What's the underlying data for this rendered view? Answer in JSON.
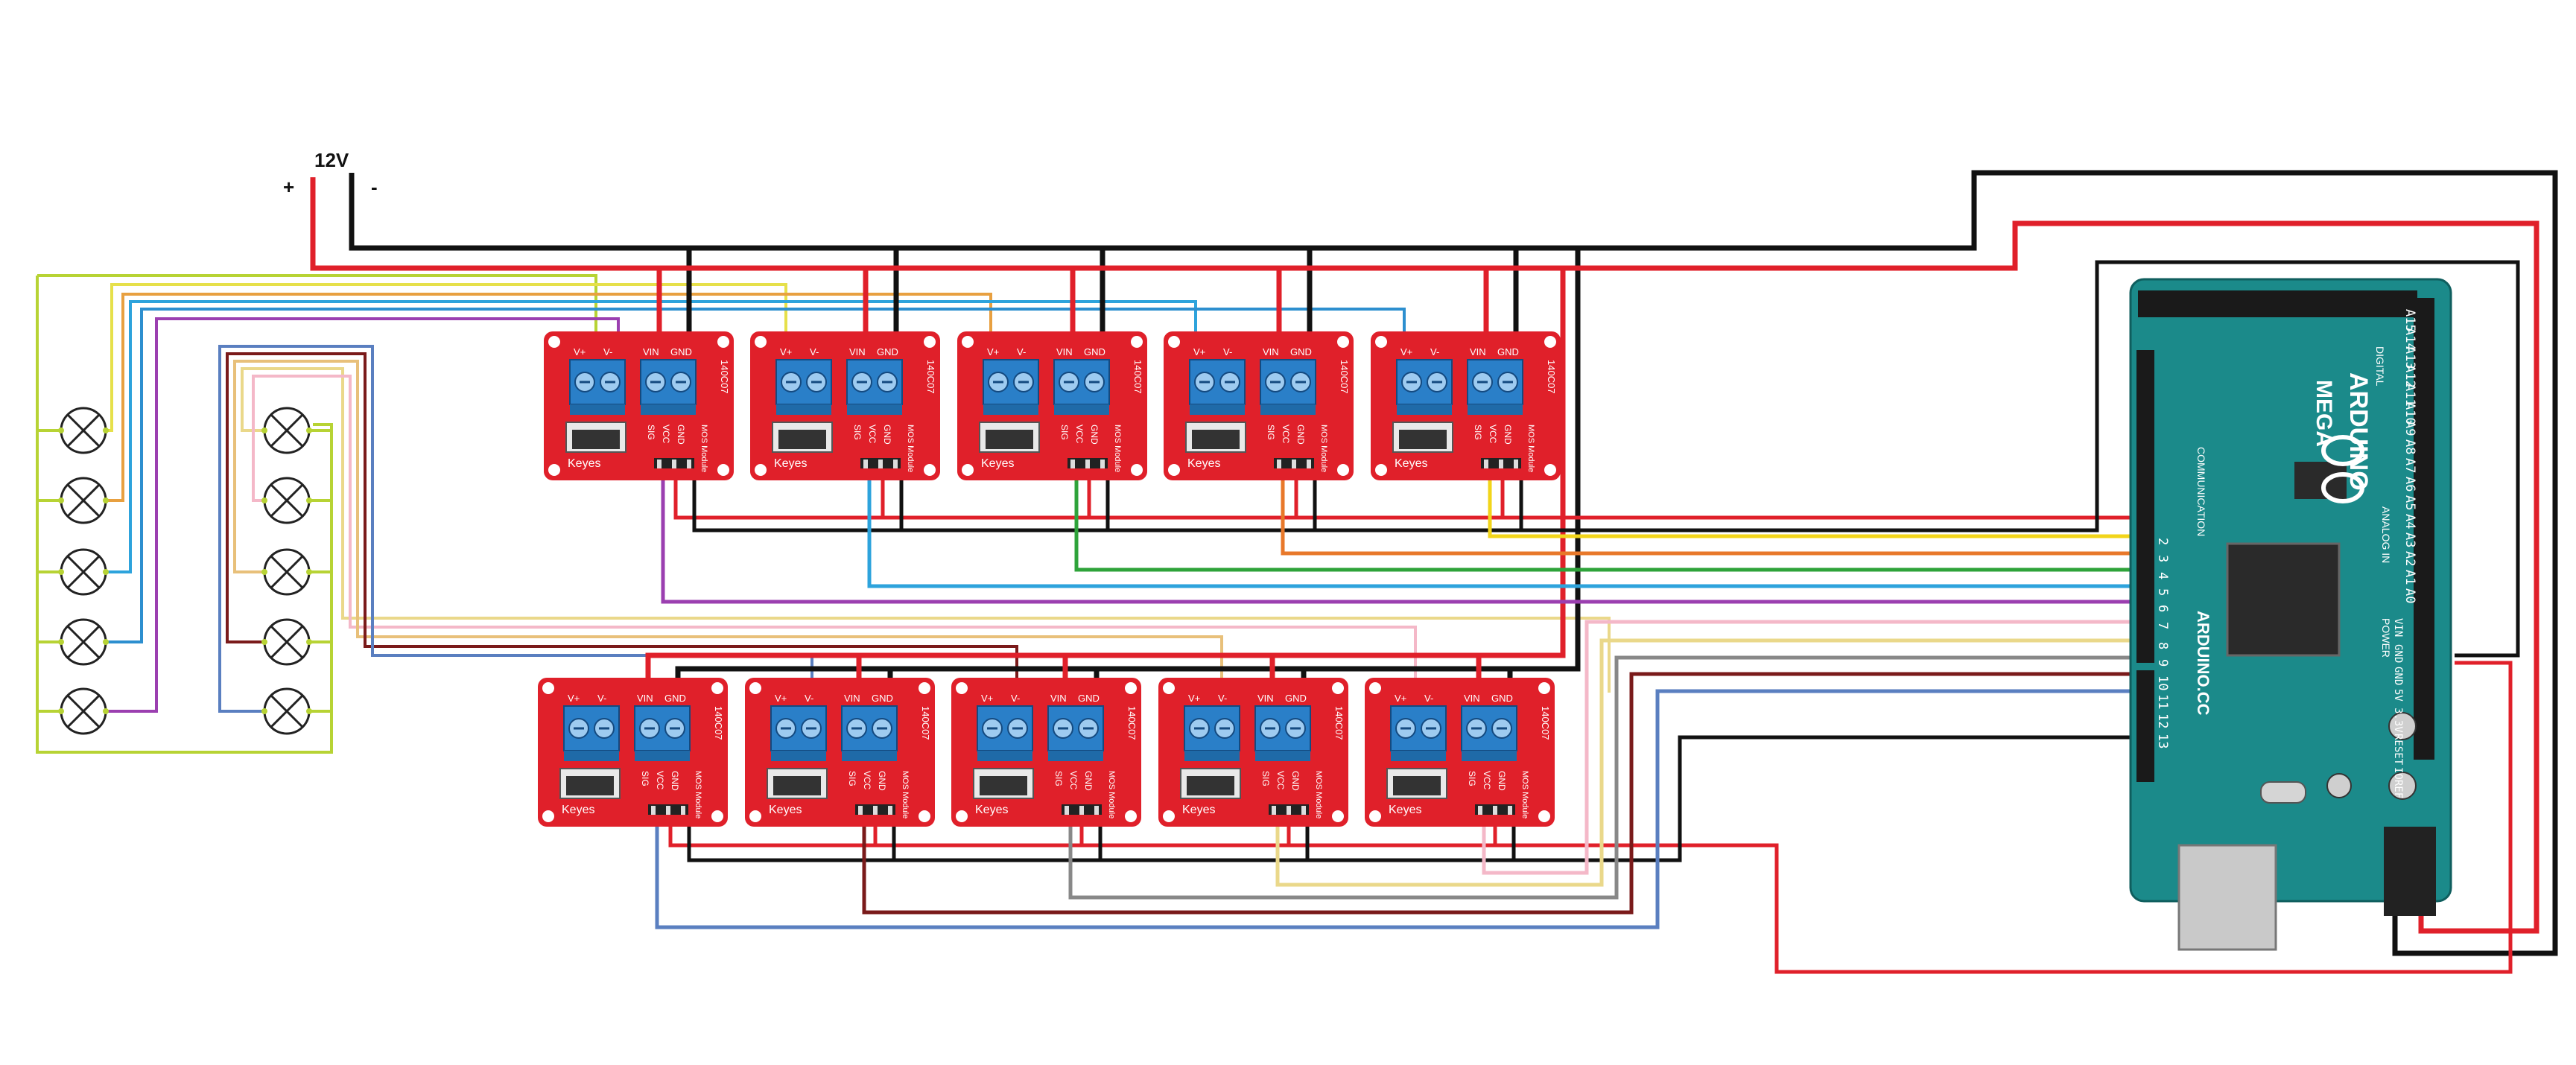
{
  "power": {
    "voltage_label": "12V",
    "plus_label": "+",
    "minus_label": "-"
  },
  "mosfet_module": {
    "brand_label": "Keyes",
    "part_label": "140C07",
    "terminal_plus": "V+",
    "terminal_minus": "V-",
    "terminal_vin": "VIN",
    "terminal_gnd": "GND",
    "pin_sig": "SIG",
    "pin_vcc": "VCC",
    "pin_gnd": "GND",
    "module_label": "MOS Module"
  },
  "arduino": {
    "brand_label": "ARDUINO",
    "model_label": "MEGA",
    "site_label": "ARDUINO.CC",
    "digital_label": "DIGITAL",
    "analog_label": "ANALOG IN",
    "communication_label": "COMMUNICATION",
    "power_label": "POWER",
    "analog_pins": [
      "A0",
      "A1",
      "A2",
      "A3",
      "A4",
      "A5",
      "A6",
      "A7",
      "A8",
      "A9",
      "A10",
      "A11",
      "A12",
      "A13",
      "A14",
      "A15"
    ],
    "pwm_pins": [
      "2",
      "3",
      "4",
      "5",
      "6",
      "7",
      "8",
      "9",
      "10",
      "11",
      "12",
      "13"
    ],
    "power_pins": [
      "VIN",
      "GND",
      "GND",
      "5V",
      "3.3V",
      "RESET",
      "IOREF"
    ]
  },
  "colors": {
    "wire_red": "#e0202a",
    "wire_black": "#111111",
    "module_red": "#e0202a",
    "terminal_blue": "#2a7fc8",
    "board_teal": "#1b8a8a",
    "lamp_green": "#b7d334"
  }
}
